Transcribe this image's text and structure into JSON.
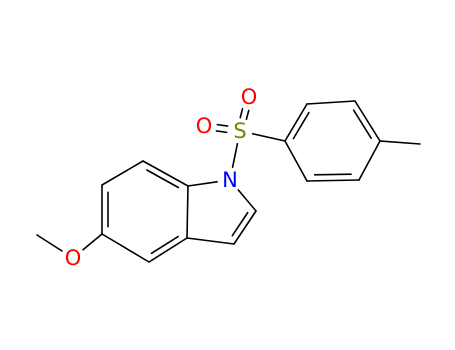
{
  "molecule": {
    "atoms": [
      {
        "id": "s1",
        "element": "S",
        "label": "S",
        "color": "#808000"
      },
      {
        "id": "o1",
        "element": "O",
        "label": "O",
        "color": "#ff0000"
      },
      {
        "id": "o2",
        "element": "O",
        "label": "O",
        "color": "#ff0000"
      },
      {
        "id": "n1",
        "element": "N",
        "label": "N",
        "color": "#0000ff"
      },
      {
        "id": "o3",
        "element": "O",
        "label": "O",
        "color": "#ff0000"
      },
      {
        "id": "c2",
        "element": "C"
      },
      {
        "id": "c3",
        "element": "C"
      },
      {
        "id": "c3a",
        "element": "C"
      },
      {
        "id": "c4",
        "element": "C"
      },
      {
        "id": "c5",
        "element": "C"
      },
      {
        "id": "c6",
        "element": "C"
      },
      {
        "id": "c7",
        "element": "C"
      },
      {
        "id": "c7a",
        "element": "C"
      },
      {
        "id": "cme",
        "element": "C"
      },
      {
        "id": "p1",
        "element": "C"
      },
      {
        "id": "p2",
        "element": "C"
      },
      {
        "id": "p3",
        "element": "C"
      },
      {
        "id": "p4",
        "element": "C"
      },
      {
        "id": "p5",
        "element": "C"
      },
      {
        "id": "p6",
        "element": "C"
      },
      {
        "id": "pme",
        "element": "C"
      }
    ],
    "bonds": [
      {
        "from": "s1",
        "to": "o1",
        "order": 2
      },
      {
        "from": "s1",
        "to": "o2",
        "order": 2
      },
      {
        "from": "s1",
        "to": "n1",
        "order": 1
      },
      {
        "from": "s1",
        "to": "p1",
        "order": 1
      },
      {
        "from": "n1",
        "to": "c2",
        "order": 1
      },
      {
        "from": "c2",
        "to": "c3",
        "order": 2
      },
      {
        "from": "c3",
        "to": "c3a",
        "order": 1
      },
      {
        "from": "c3a",
        "to": "c7a",
        "order": 1
      },
      {
        "from": "c7a",
        "to": "n1",
        "order": 1
      },
      {
        "from": "c3a",
        "to": "c4",
        "order": 2
      },
      {
        "from": "c4",
        "to": "c5",
        "order": 1
      },
      {
        "from": "c5",
        "to": "c6",
        "order": 2
      },
      {
        "from": "c6",
        "to": "c7",
        "order": 1
      },
      {
        "from": "c7",
        "to": "c7a",
        "order": 2
      },
      {
        "from": "c5",
        "to": "o3",
        "order": 1
      },
      {
        "from": "o3",
        "to": "cme",
        "order": 1
      },
      {
        "from": "p1",
        "to": "p2",
        "order": 2
      },
      {
        "from": "p2",
        "to": "p3",
        "order": 1
      },
      {
        "from": "p3",
        "to": "p4",
        "order": 2
      },
      {
        "from": "p4",
        "to": "p5",
        "order": 1
      },
      {
        "from": "p5",
        "to": "p6",
        "order": 2
      },
      {
        "from": "p6",
        "to": "p1",
        "order": 1
      },
      {
        "from": "p4",
        "to": "pme",
        "order": 1
      }
    ]
  }
}
